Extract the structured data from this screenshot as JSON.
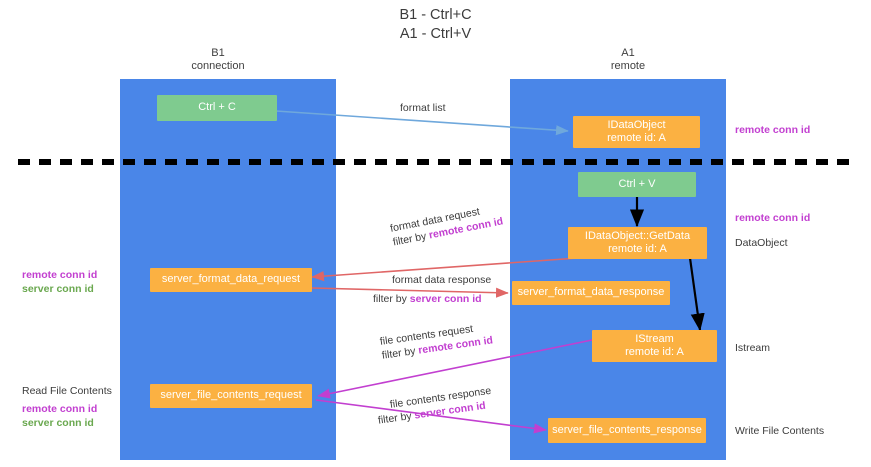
{
  "title": "B1 - Ctrl+C\nA1 - Ctrl+V",
  "columns": [
    {
      "name": "B1",
      "role": "connection"
    },
    {
      "name": "A1",
      "role": "remote"
    }
  ],
  "colors": {
    "lane": "#4a86e8",
    "node_green": "#7fcb8f",
    "node_orange": "#fbb142",
    "remote_conn_id": "#c23fd0",
    "server_conn_id": "#6aa84f",
    "arrow_blue": "#6fa8dc",
    "arrow_red": "#e06666",
    "arrow_magenta": "#c23fd0",
    "arrow_black": "#000000",
    "divider": "#000000"
  },
  "nodes": {
    "ctrl_c": {
      "line1": "Ctrl + C",
      "line2": "",
      "color": "green"
    },
    "idataobject": {
      "line1": "IDataObject",
      "line2": "remote id: A",
      "color": "orange"
    },
    "ctrl_v": {
      "line1": "Ctrl + V",
      "line2": "",
      "color": "green"
    },
    "getdata": {
      "line1": "IDataObject::GetData",
      "line2": "remote id: A",
      "color": "orange"
    },
    "server_format_data_request": {
      "line1": "server_format_data_request",
      "line2": "",
      "color": "orange"
    },
    "server_format_data_response": {
      "line1": "server_format_data_response",
      "line2": "",
      "color": "orange"
    },
    "istream": {
      "line1": "IStream",
      "line2": "remote id: A",
      "color": "orange"
    },
    "server_file_contents_request": {
      "line1": "server_file_contents_request",
      "line2": "",
      "color": "orange"
    },
    "server_file_contents_response": {
      "line1": "server_file_contents_response",
      "line2": "",
      "color": "orange"
    }
  },
  "edges": {
    "format_list": {
      "label": "format list"
    },
    "format_data_request": {
      "label": "format data request",
      "filter_prefix": "filter by ",
      "filter_key": "remote conn id"
    },
    "format_data_response": {
      "label": "format data response",
      "filter_prefix": "filter by ",
      "filter_key": "server conn id"
    },
    "file_contents_request": {
      "label": "file contents request",
      "filter_prefix": "filter by ",
      "filter_key": "remote conn id"
    },
    "file_contents_response": {
      "label": "file contents response",
      "filter_prefix": "filter by ",
      "filter_key": "server conn id"
    }
  },
  "annotations": {
    "right_remote_conn_id_top": "remote conn id",
    "right_remote_conn_id_mid": "remote conn id",
    "right_dataobject": "DataObject",
    "right_istream": "Istream",
    "right_write_file_contents": "Write File Contents",
    "left_remote_conn_id_mid": "remote conn id",
    "left_server_conn_id_mid": "server conn id",
    "left_read_file_contents": "Read File Contents",
    "left_remote_conn_id_bottom": "remote conn id",
    "left_server_conn_id_bottom": "server conn id"
  }
}
